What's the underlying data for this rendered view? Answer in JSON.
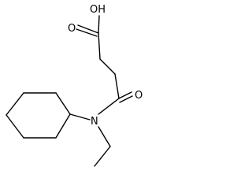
{
  "molecule": {
    "atom_labels": {
      "hydroxyl": "OH",
      "acid_carbonyl_oxygen": "O",
      "amide_carbonyl_oxygen": "O",
      "amide_nitrogen": "N"
    },
    "colors": {
      "bond": "#000000",
      "label": "#000000",
      "background": "#ffffff"
    }
  }
}
